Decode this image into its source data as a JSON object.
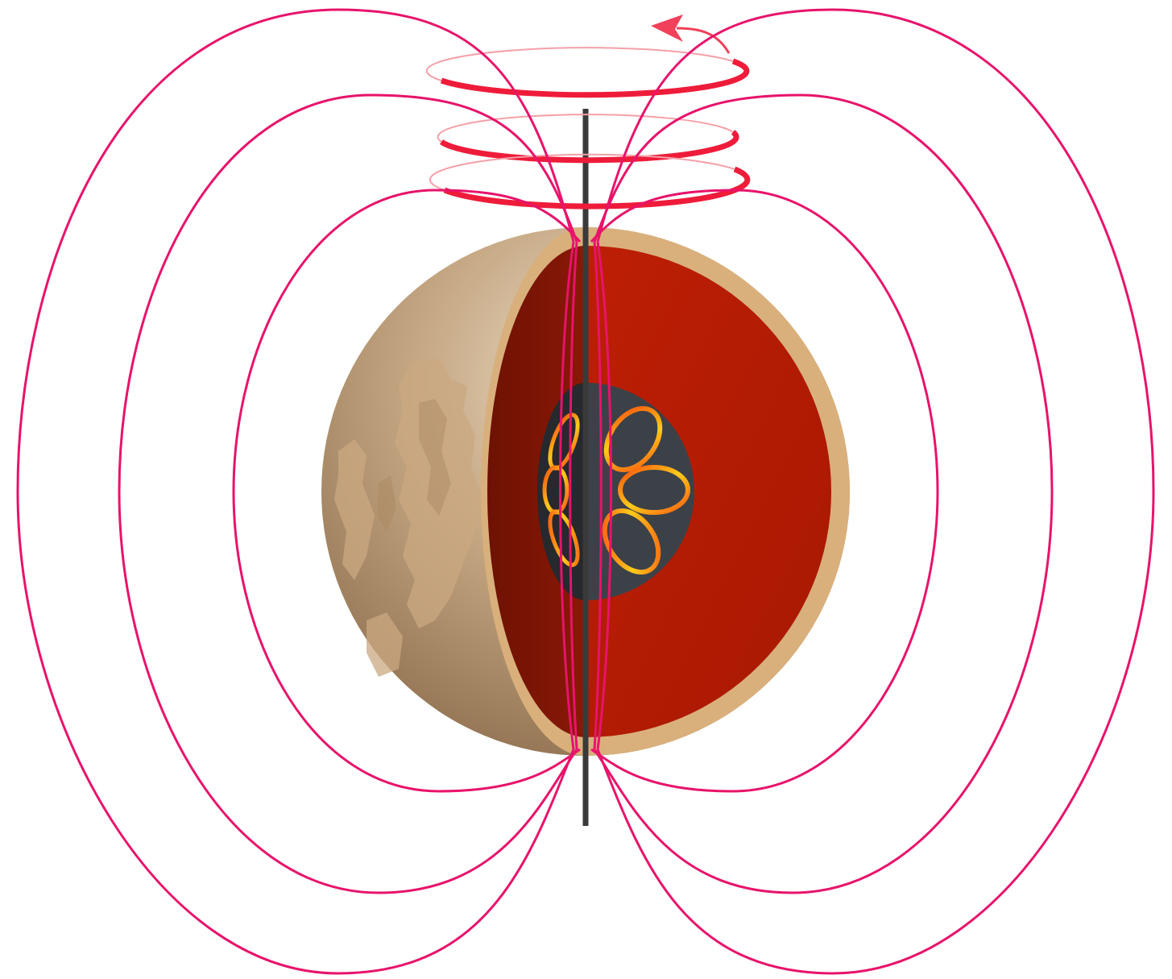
{
  "diagram": {
    "subject": "planetary-dynamo",
    "field_line_pairs": 3,
    "rotation_rings": 3,
    "core_convection_cells_visible": 6,
    "colors": {
      "field_line": "#e8136b",
      "rotation_ring": "#ee1c3a",
      "rotation_arrow": "#f0405a",
      "axis": "#3a3a3a",
      "surface_light": "#e6d2b4",
      "surface_mid": "#b79572",
      "surface_dark": "#8a6a4a",
      "surface_patch": "#caa882",
      "mantle_front": "#b51b04",
      "mantle_shadow": "#7c1405",
      "crust_rim": "#d9b07c",
      "core": "#3c4148",
      "convection_outer": "#ff5a10",
      "convection_inner": "#ffd21a"
    }
  }
}
